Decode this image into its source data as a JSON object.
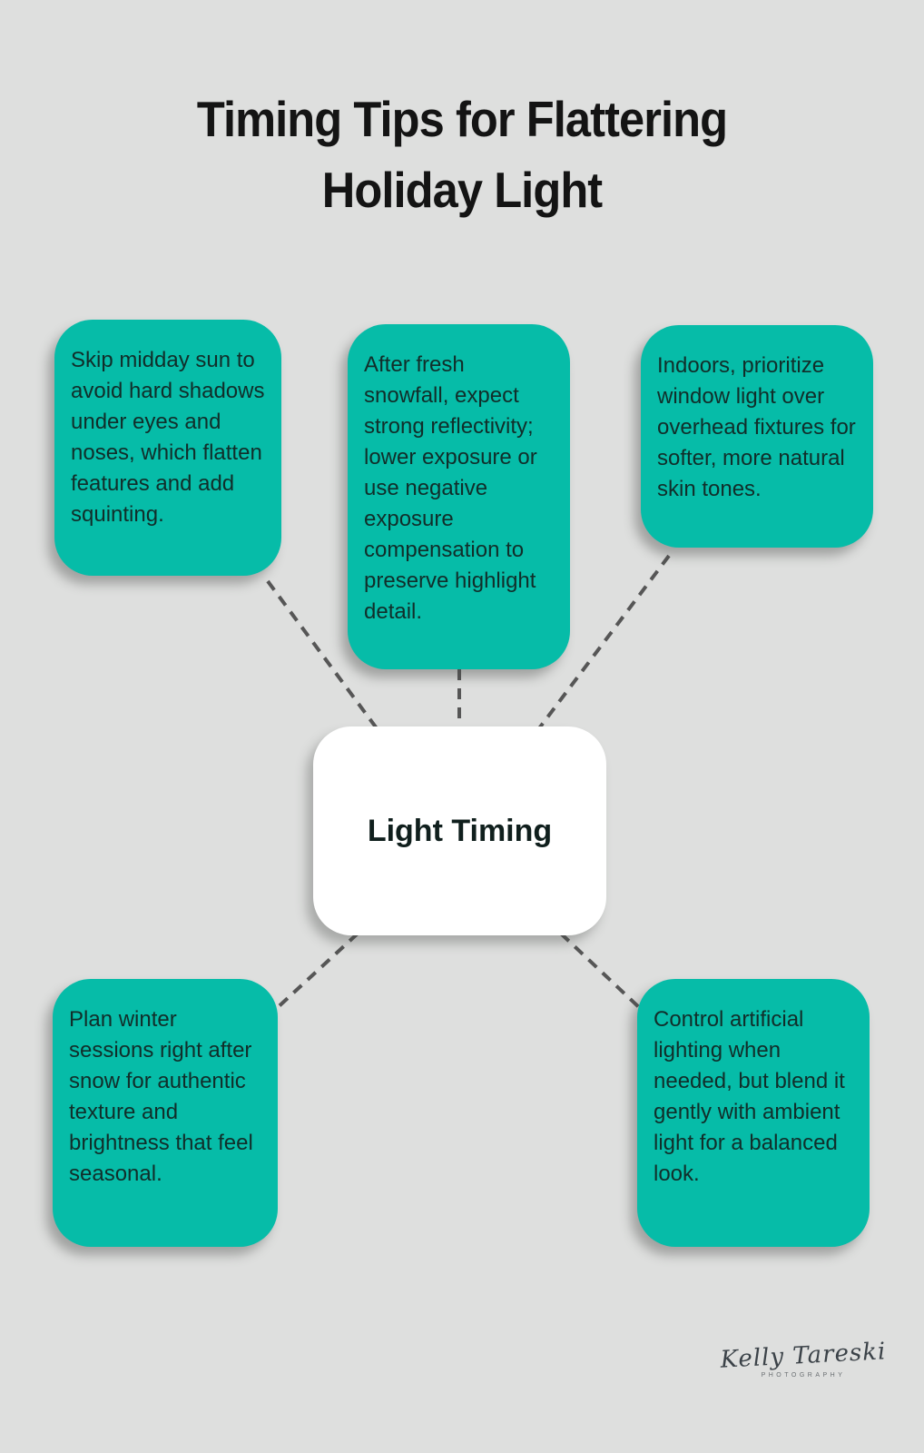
{
  "title": "Timing Tips for Flattering Holiday Light",
  "center_node": {
    "label": "Light Timing"
  },
  "tips": [
    {
      "position": "top-left",
      "text": "Skip midday sun to avoid hard shadows under eyes and noses, which flatten features and add squinting."
    },
    {
      "position": "top-middle",
      "text": "After fresh snowfall, expect strong reflectivity; lower exposure or use negative exposure compensation to preserve highlight detail."
    },
    {
      "position": "top-right",
      "text": "Indoors, prioritize window light over overhead fixtures for softer, more natural skin tones."
    },
    {
      "position": "bottom-left",
      "text": "Plan winter sessions right after snow for authentic texture and brightness that feel seasonal."
    },
    {
      "position": "bottom-right",
      "text": "Control artificial lighting when needed, but blend it gently with ambient light for a balanced look."
    }
  ],
  "signature": {
    "name": "Kelly Tareski",
    "subtitle": "PHOTOGRAPHY"
  },
  "colors": {
    "background": "#dedfde",
    "tip_box": "#06bca8",
    "center_box": "#ffffff",
    "text": "#112e2a",
    "title_text": "#141414",
    "connector": "#565656"
  }
}
